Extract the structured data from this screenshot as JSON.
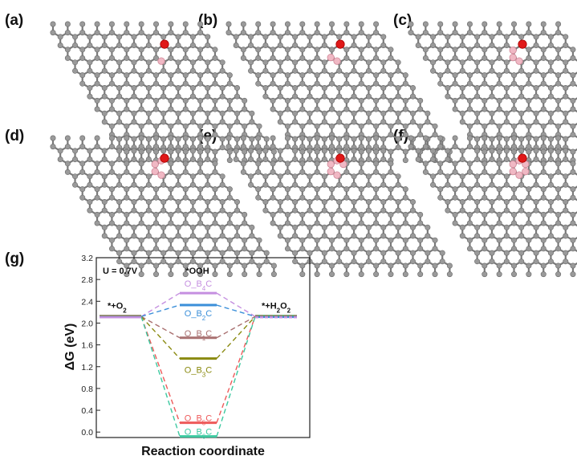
{
  "figure": {
    "panel_labels": [
      "(a)",
      "(b)",
      "(c)",
      "(d)",
      "(e)",
      "(f)",
      "(g)"
    ]
  },
  "chart_data": {
    "type": "line",
    "ylabel": "ΔG (eV)",
    "xlabel": "Reaction coordinate",
    "ylim": [
      -0.1,
      3.2
    ],
    "yticks": [
      "3.2",
      "2.8",
      "2.4",
      "2.0",
      "1.6",
      "1.2",
      "0.8",
      "0.4",
      "0.0"
    ],
    "condition": "U = 0.7V",
    "states": [
      {
        "label_parts": [
          "*+O",
          "2",
          ""
        ],
        "value": 2.12
      },
      {
        "label_parts": [
          "*OOH",
          "",
          ""
        ]
      },
      {
        "label_parts": [
          "*+H",
          "2",
          "O",
          "2"
        ],
        "value": 2.12
      }
    ],
    "series": [
      {
        "name_parts": [
          "O_B",
          "4",
          "C"
        ],
        "color": "#c58fe0",
        "value": 2.55
      },
      {
        "name_parts": [
          "O_B",
          "2",
          "C"
        ],
        "color": "#3b8fd9",
        "value": 2.33
      },
      {
        "name_parts": [
          "O_B",
          "1",
          "C"
        ],
        "color": "#a97070",
        "value": 1.73
      },
      {
        "name_parts": [
          "O_B",
          "3",
          "C"
        ],
        "color": "#8a8a10",
        "value": 1.35
      },
      {
        "name_parts": [
          "O_B",
          "5",
          "C"
        ],
        "color": "#ee5a5a",
        "value": 0.17
      },
      {
        "name_parts": [
          "O_B",
          "6",
          "C"
        ],
        "color": "#3cc9a0",
        "value": -0.08
      }
    ],
    "grid": false
  }
}
